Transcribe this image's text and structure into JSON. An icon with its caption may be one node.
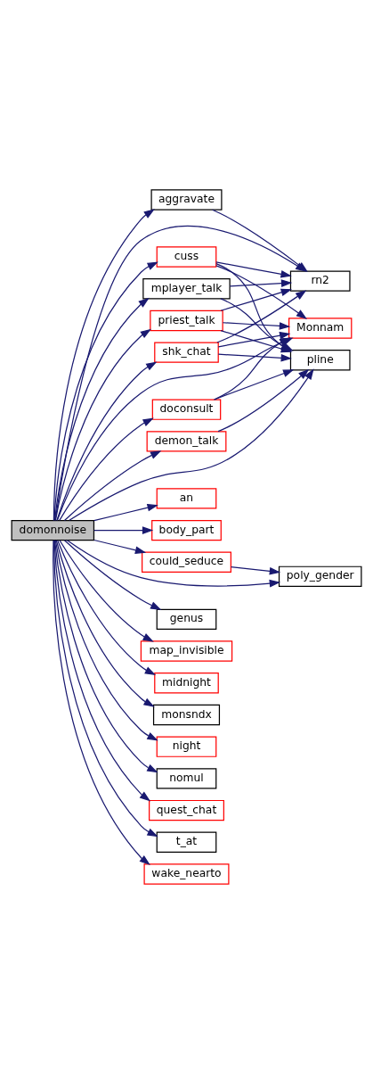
{
  "diagram": {
    "nodes": [
      {
        "text": [
          "domonnoise"
        ]
      },
      {
        "text": [
          "aggravate"
        ]
      },
      {
        "text": [
          "cuss"
        ]
      },
      {
        "text": [
          "mplayer_talk"
        ]
      },
      {
        "text": [
          "priest_talk"
        ]
      },
      {
        "text": [
          "shk_chat"
        ]
      },
      {
        "text": [
          "doconsult"
        ]
      },
      {
        "text": [
          "demon_talk"
        ]
      },
      {
        "text": [
          "an"
        ]
      },
      {
        "text": [
          "body_part"
        ]
      },
      {
        "text": [
          "could_seduce"
        ]
      },
      {
        "text": [
          "genus"
        ]
      },
      {
        "text": [
          "map_invisible"
        ]
      },
      {
        "text": [
          "midnight"
        ]
      },
      {
        "text": [
          "monsndx"
        ]
      },
      {
        "text": [
          "night"
        ]
      },
      {
        "text": [
          "nomul"
        ]
      },
      {
        "text": [
          "quest_chat"
        ]
      },
      {
        "text": [
          "t_at"
        ]
      },
      {
        "text": [
          "wake_nearto"
        ]
      },
      {
        "text": [
          "rn2"
        ]
      },
      {
        "text": [
          "Monnam"
        ]
      },
      {
        "text": [
          "pline"
        ]
      },
      {
        "text": [
          "poly_gender"
        ]
      }
    ],
    "edges": [
      {
        "from": 0,
        "to": 1,
        "arrow": "to"
      },
      {
        "from": 0,
        "to": 20,
        "arrow": "to"
      },
      {
        "from": 0,
        "to": 2,
        "arrow": "to"
      },
      {
        "from": 0,
        "to": 3,
        "arrow": "to"
      },
      {
        "from": 0,
        "to": 4,
        "arrow": "to"
      },
      {
        "from": 0,
        "to": 5,
        "arrow": "to"
      },
      {
        "from": 0,
        "to": 21,
        "arrow": "to"
      },
      {
        "from": 0,
        "to": 6,
        "arrow": "to"
      },
      {
        "from": 0,
        "to": 7,
        "arrow": "to"
      },
      {
        "from": 0,
        "to": 22,
        "arrow": "to"
      },
      {
        "from": 0,
        "to": 8,
        "arrow": "to"
      },
      {
        "from": 0,
        "to": 9,
        "arrow": "to"
      },
      {
        "from": 0,
        "to": 10,
        "arrow": "to"
      },
      {
        "from": 0,
        "to": 23,
        "arrow": "to"
      },
      {
        "from": 0,
        "to": 11,
        "arrow": "to"
      },
      {
        "from": 0,
        "to": 12,
        "arrow": "to"
      },
      {
        "from": 0,
        "to": 13,
        "arrow": "to"
      },
      {
        "from": 0,
        "to": 14,
        "arrow": "to"
      },
      {
        "from": 0,
        "to": 15,
        "arrow": "to"
      },
      {
        "from": 0,
        "to": 16,
        "arrow": "to"
      },
      {
        "from": 0,
        "to": 17,
        "arrow": "to"
      },
      {
        "from": 0,
        "to": 18,
        "arrow": "to"
      },
      {
        "from": 0,
        "to": 19,
        "arrow": "to"
      },
      {
        "from": 1,
        "to": 20,
        "arrow": "to"
      },
      {
        "from": 2,
        "to": 20,
        "arrow": "to"
      },
      {
        "from": 2,
        "to": 21,
        "arrow": "to"
      },
      {
        "from": 2,
        "to": 22,
        "arrow": "to"
      },
      {
        "from": 3,
        "to": 20,
        "arrow": "to"
      },
      {
        "from": 3,
        "to": 22,
        "arrow": "to"
      },
      {
        "from": 4,
        "to": 20,
        "arrow": "to"
      },
      {
        "from": 4,
        "to": 21,
        "arrow": "to"
      },
      {
        "from": 4,
        "to": 22,
        "arrow": "to"
      },
      {
        "from": 5,
        "to": 20,
        "arrow": "to"
      },
      {
        "from": 5,
        "to": 21,
        "arrow": "to"
      },
      {
        "from": 5,
        "to": 22,
        "arrow": "to"
      },
      {
        "from": 6,
        "to": 21,
        "arrow": "to"
      },
      {
        "from": 6,
        "to": 22,
        "arrow": "to"
      },
      {
        "from": 7,
        "to": 22,
        "arrow": "to"
      },
      {
        "from": 10,
        "to": 23,
        "arrow": "to"
      }
    ]
  }
}
